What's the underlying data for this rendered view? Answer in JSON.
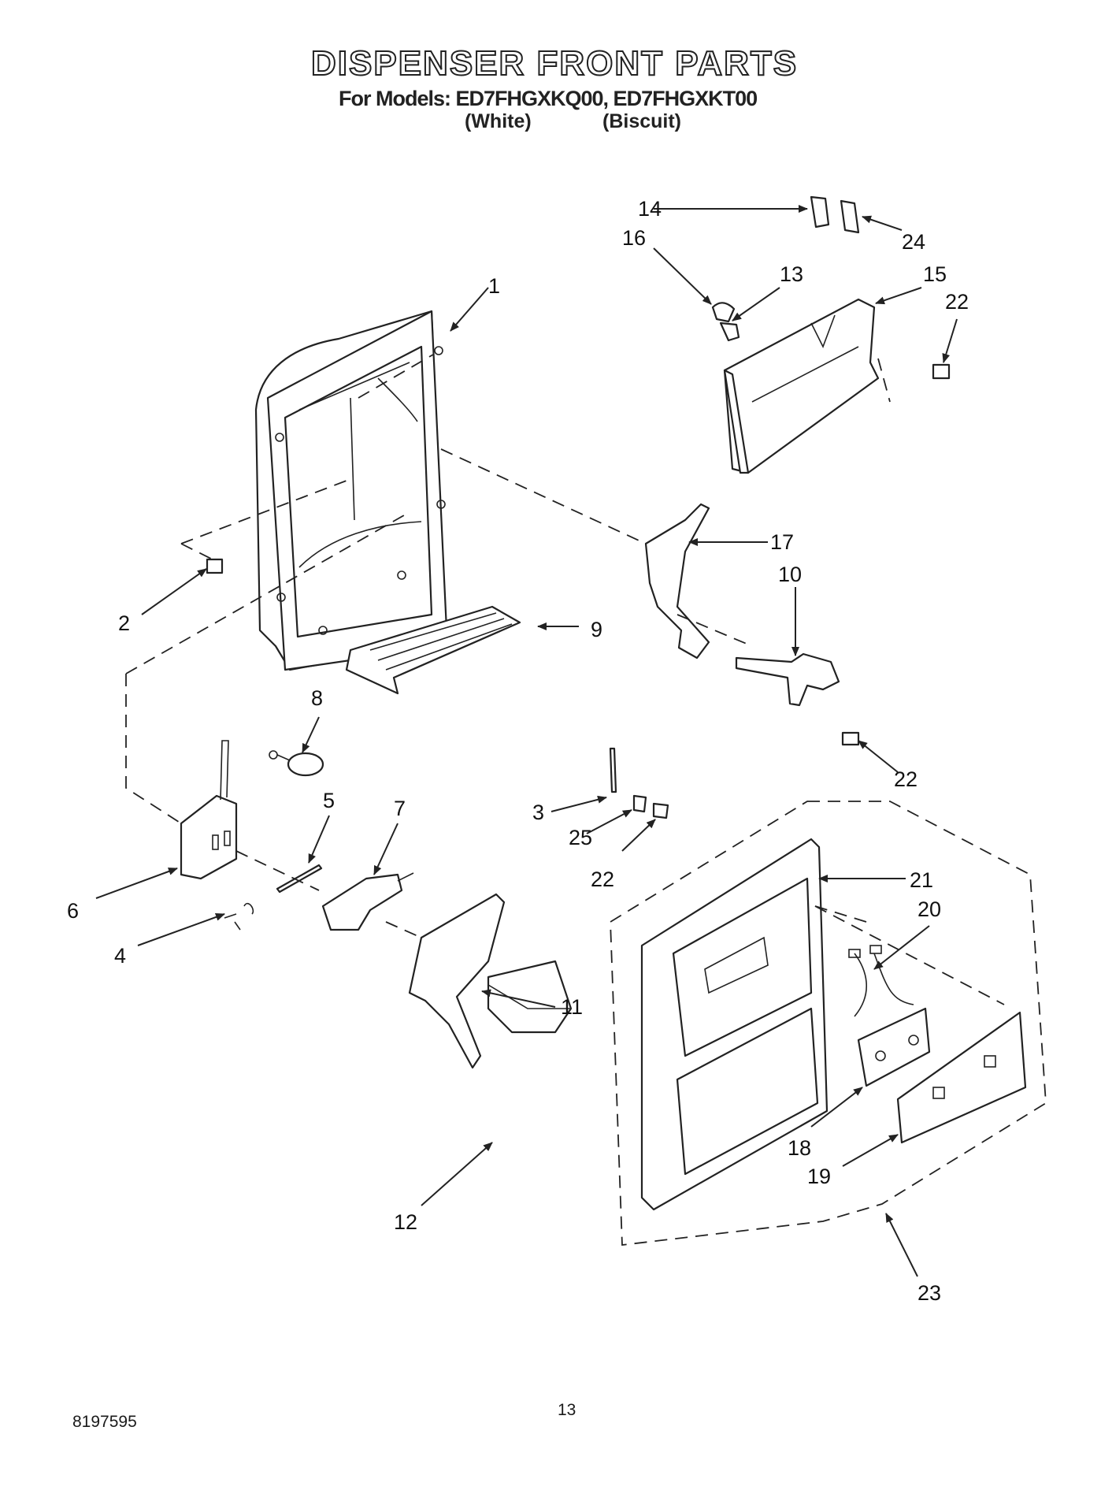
{
  "header": {
    "title": "DISPENSER FRONT PARTS",
    "models_line": "For Models: ED7FHGXKQ00, ED7FHGXKT00",
    "variant_white": "(White)",
    "variant_biscuit": "(Biscuit)"
  },
  "callouts": [
    "1",
    "2",
    "3",
    "4",
    "5",
    "6",
    "7",
    "8",
    "9",
    "10",
    "11",
    "12",
    "13",
    "14",
    "15",
    "16",
    "17",
    "18",
    "19",
    "20",
    "21",
    "22",
    "22",
    "22",
    "23",
    "24",
    "25"
  ],
  "footer": {
    "page_number": "13",
    "doc_number": "8197595"
  }
}
